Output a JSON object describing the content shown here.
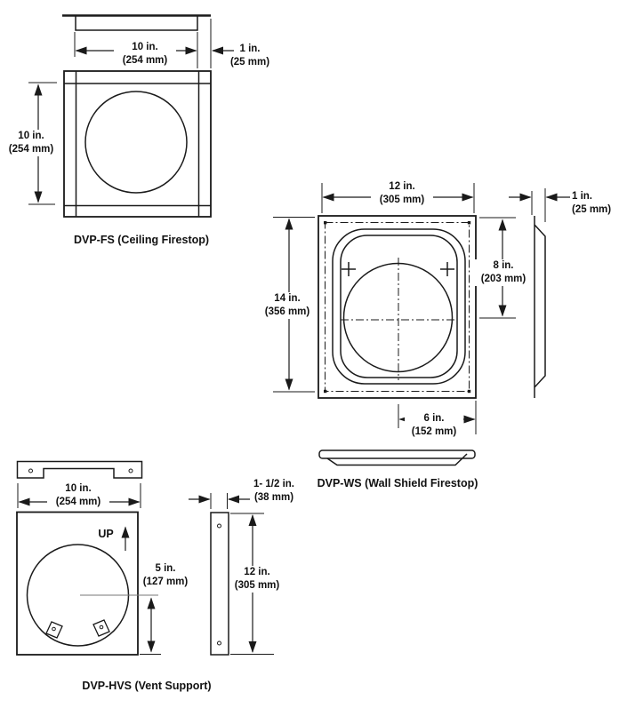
{
  "page": {
    "background": "#ffffff",
    "line_color": "#1a1a1a"
  },
  "figures": {
    "dvp_fs": {
      "caption": "DVP-FS (Ceiling Firestop)",
      "dims": {
        "width": {
          "in": "10 in.",
          "mm": "(254 mm)"
        },
        "flange": {
          "in": "1 in.",
          "mm": "(25 mm)"
        },
        "height": {
          "in": "10 in.",
          "mm": "(254 mm)"
        }
      }
    },
    "dvp_ws": {
      "caption": "DVP-WS (Wall Shield Firestop)",
      "dims": {
        "width": {
          "in": "12 in.",
          "mm": "(305 mm)"
        },
        "height": {
          "in": "14 in.",
          "mm": "(356 mm)"
        },
        "opening": {
          "in": "8 in.",
          "mm": "(203 mm)"
        },
        "offset": {
          "in": "6 in.",
          "mm": "(152 mm)"
        },
        "depth": {
          "in": "1 in.",
          "mm": "(25 mm)"
        }
      }
    },
    "dvp_hvs": {
      "caption": "DVP-HVS (Vent Support)",
      "up_label": "UP",
      "dims": {
        "width": {
          "in": "10 in.",
          "mm": "(254 mm)"
        },
        "center": {
          "in": "5 in.",
          "mm": "(127 mm)"
        },
        "depth": {
          "in": "1- 1/2 in.",
          "mm": "(38 mm)"
        },
        "height": {
          "in": "12 in.",
          "mm": "(305 mm)"
        }
      }
    }
  }
}
